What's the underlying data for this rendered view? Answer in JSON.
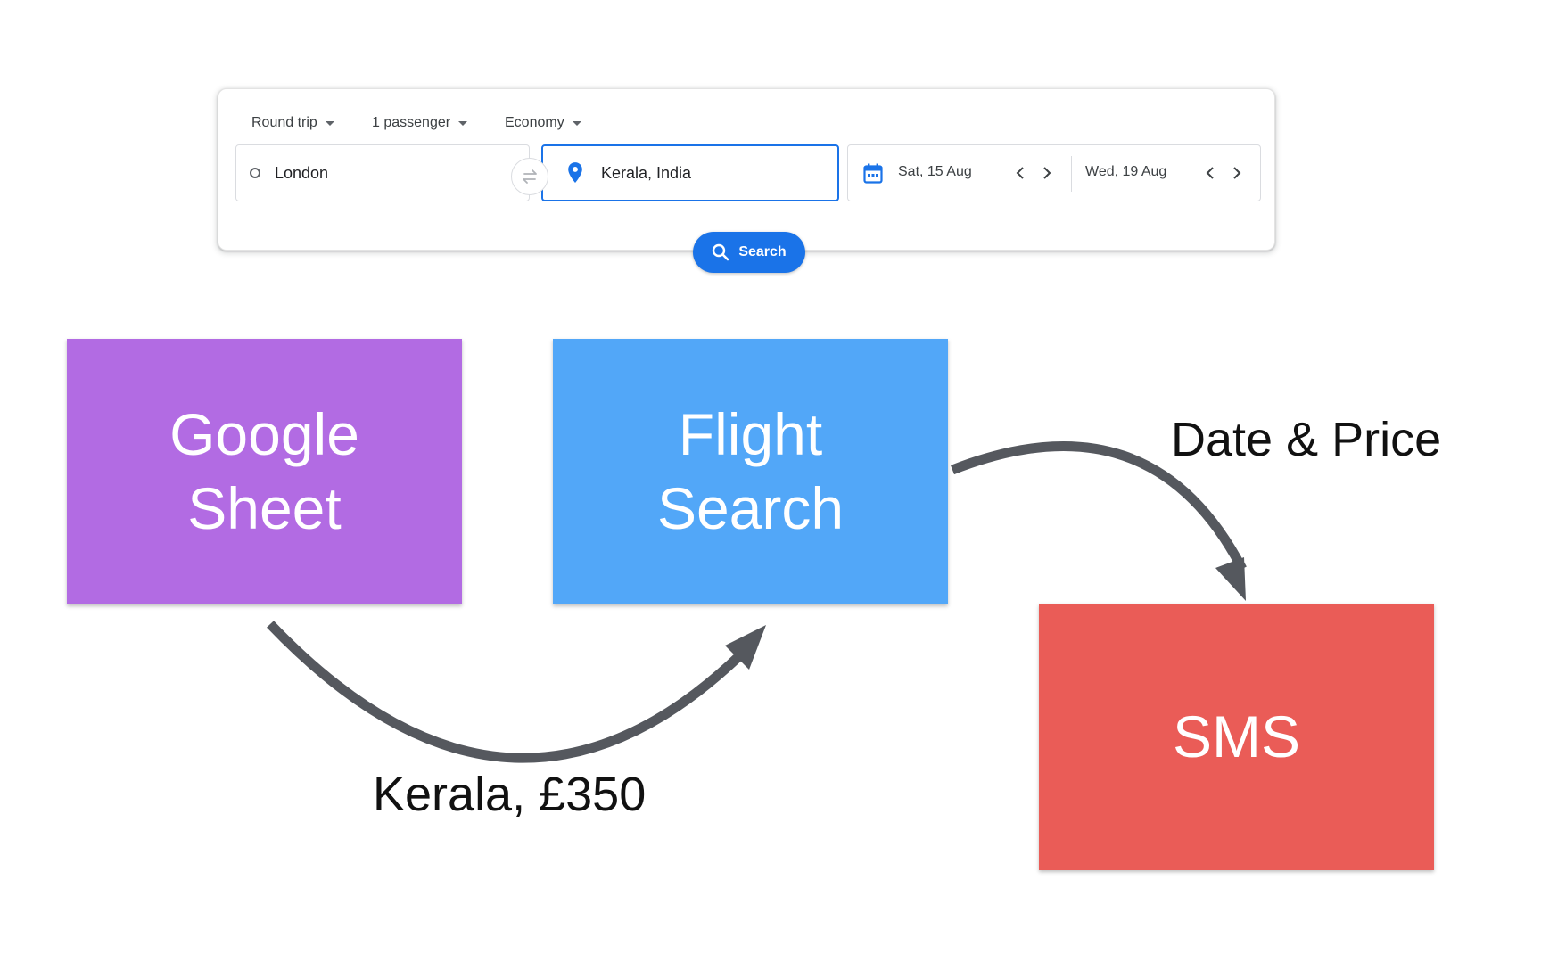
{
  "search_widget": {
    "trip_type": "Round trip",
    "passengers": "1 passenger",
    "cabin_class": "Economy",
    "origin": "London",
    "destination": "Kerala, India",
    "depart_date": "Sat, 15 Aug",
    "return_date": "Wed, 19 Aug",
    "search_label": "Search",
    "accent_color": "#1a73e8"
  },
  "diagram": {
    "nodes": [
      {
        "id": "google-sheet",
        "lines": [
          "Google",
          "Sheet"
        ],
        "color": "#b26be3"
      },
      {
        "id": "flight-search",
        "lines": [
          "Flight",
          "Search"
        ],
        "color": "#52a7f8"
      },
      {
        "id": "sms",
        "lines": [
          "SMS"
        ],
        "color": "#ea5c57"
      }
    ],
    "edges": [
      {
        "from": "google-sheet",
        "to": "flight-search",
        "label": "Kerala, £350"
      },
      {
        "from": "flight-search",
        "to": "sms",
        "label": "Date & Price"
      }
    ],
    "arrow_color": "#55585e"
  }
}
